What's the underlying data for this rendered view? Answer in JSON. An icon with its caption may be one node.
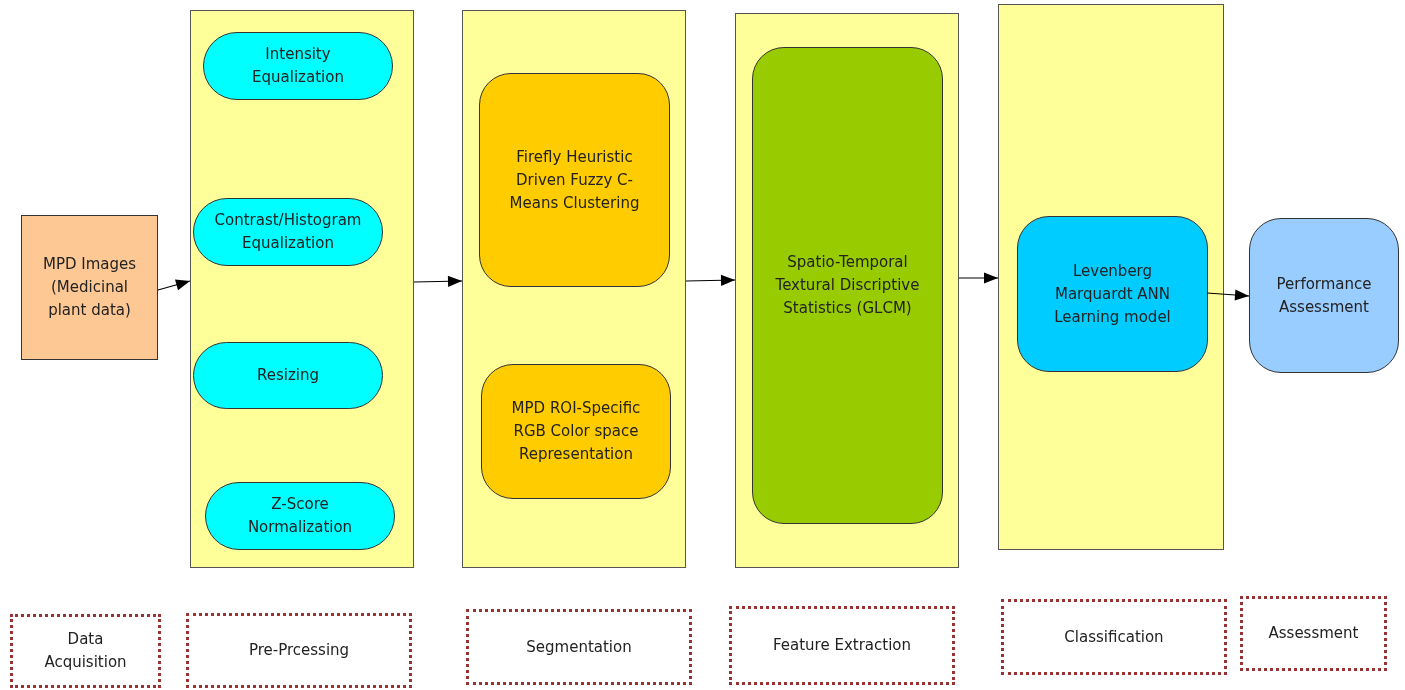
{
  "diagram": {
    "nodes": [
      {
        "text": [
          "MPD Images (Medicinal plant data)"
        ]
      },
      {
        "text": [],
        "shape": "box"
      },
      {
        "text": [
          "Intensity Equalization"
        ],
        "in": 1
      },
      {
        "text": [
          "Contrast/Histogram Equalization"
        ],
        "in": 1
      },
      {
        "text": [
          "Resizing"
        ],
        "in": 1
      },
      {
        "text": [
          "Z-Score Normalization"
        ],
        "in": 1
      },
      {
        "text": [],
        "shape": "box"
      },
      {
        "text": [
          "Firefly Heuristic Driven Fuzzy C-Means Clustering"
        ],
        "in": 6
      },
      {
        "text": [
          "MPD ROI-Specific RGB Color space Representation"
        ],
        "in": 6
      },
      {
        "text": [],
        "shape": "box"
      },
      {
        "text": [
          "Spatio-Temporal Textural Discriptive Statistics (GLCM)"
        ],
        "in": 9
      },
      {
        "text": [],
        "shape": "box"
      },
      {
        "text": [
          "Levenberg Marquardt ANN Learning model"
        ],
        "in": 11
      },
      {
        "text": [
          "Performance Assessment"
        ]
      },
      {
        "text": [
          "Data Acquisition"
        ]
      },
      {
        "text": [
          "Pre-Prcessing"
        ]
      },
      {
        "text": [
          "Segmentation"
        ]
      },
      {
        "text": [
          "Feature Extraction"
        ]
      },
      {
        "text": [
          "Classification"
        ]
      },
      {
        "text": [
          "Assessment"
        ]
      }
    ],
    "edges": [
      {
        "from": 0,
        "to": 1,
        "arrow": "to"
      },
      {
        "from": 1,
        "to": 6,
        "arrow": "to"
      },
      {
        "from": 6,
        "to": 9,
        "arrow": "to"
      },
      {
        "from": 9,
        "to": 11,
        "arrow": "to"
      },
      {
        "from": 12,
        "to": 13,
        "arrow": "to"
      }
    ]
  }
}
